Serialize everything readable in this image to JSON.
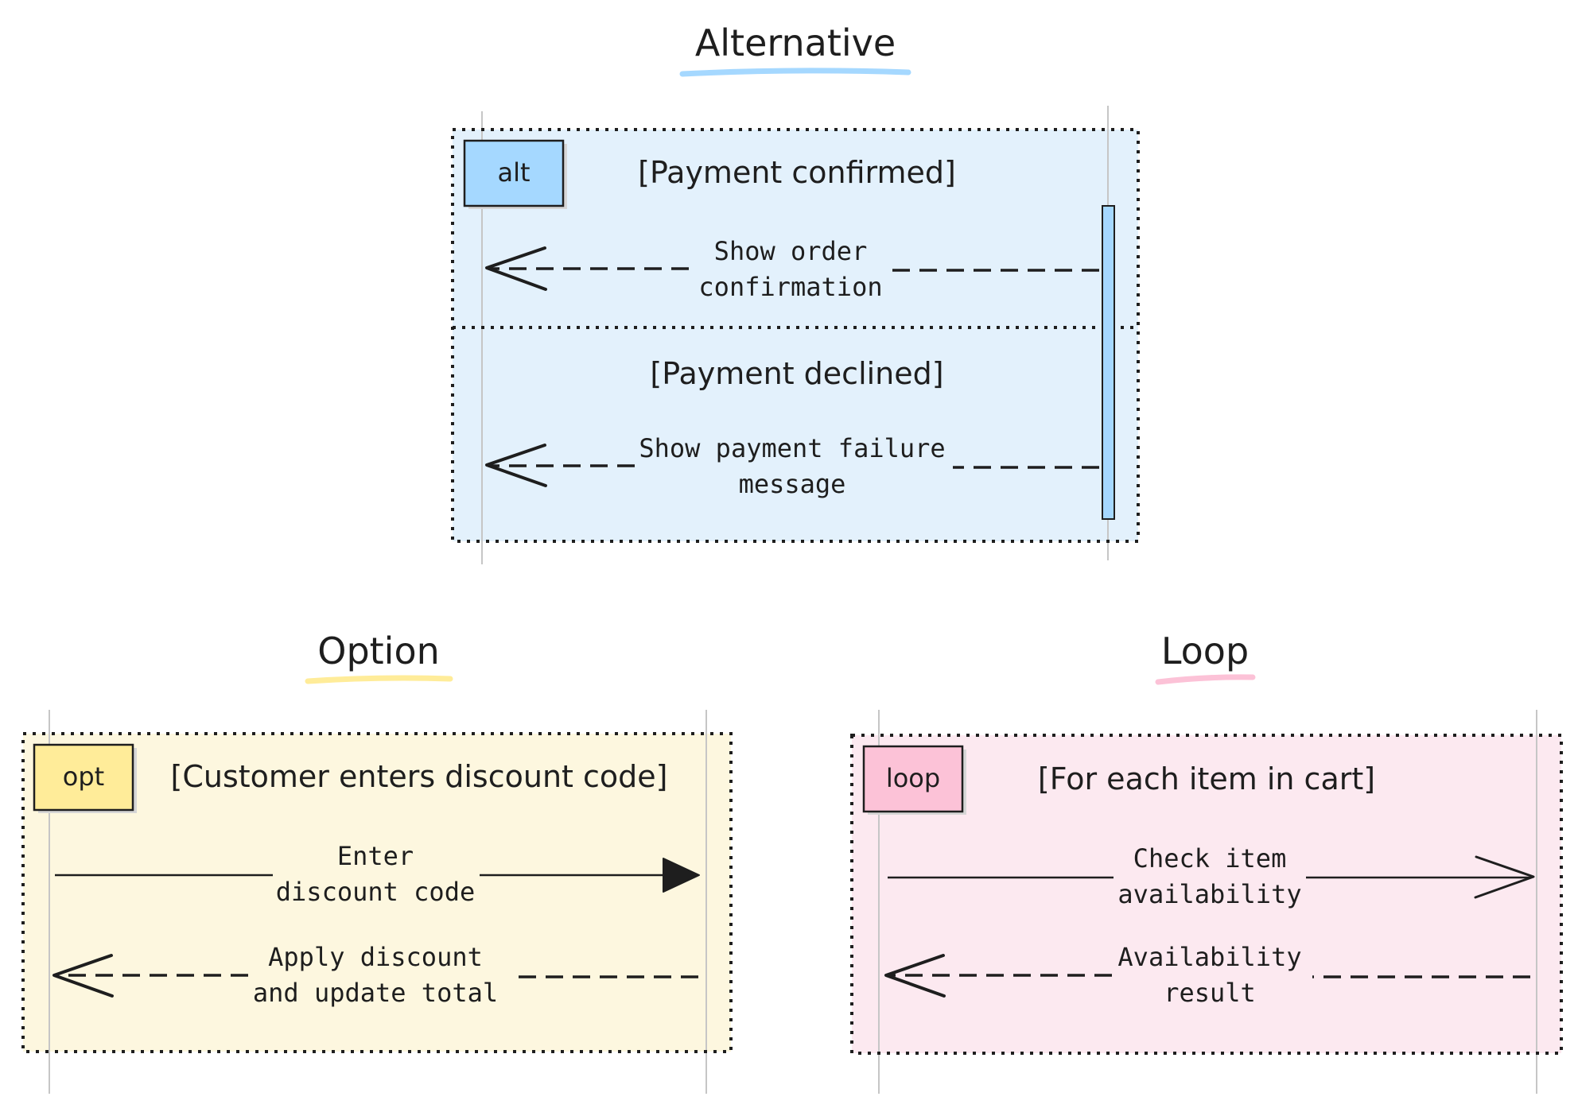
{
  "colors": {
    "alt_bg": "#e3f1fc",
    "alt_tag": "#a5d8ff",
    "alt_underline": "#a5d8ff",
    "opt_bg": "#fdf7df",
    "opt_tag": "#ffec99",
    "opt_underline": "#ffec99",
    "loop_bg": "#fce9f0",
    "loop_tag": "#fcc2d7",
    "loop_underline": "#fcc2d7",
    "stroke": "#1e1e1e",
    "lifeline": "#c6c6c6"
  },
  "alternative": {
    "title": "Alternative",
    "tag": "alt",
    "guard_1": "[Payment confirmed]",
    "message_1": [
      "Show order",
      "confirmation"
    ],
    "guard_2": "[Payment declined]",
    "message_2": [
      "Show payment failure",
      "message"
    ]
  },
  "option": {
    "title": "Option",
    "tag": "opt",
    "guard": "[Customer enters discount code]",
    "message_1": [
      "Enter",
      "discount code"
    ],
    "message_2": [
      "Apply discount",
      "and update total"
    ]
  },
  "loop": {
    "title": "Loop",
    "tag": "loop",
    "guard": "[For each item in cart]",
    "message_1": [
      "Check item",
      "availability"
    ],
    "message_2": [
      "Availability",
      "result"
    ]
  }
}
